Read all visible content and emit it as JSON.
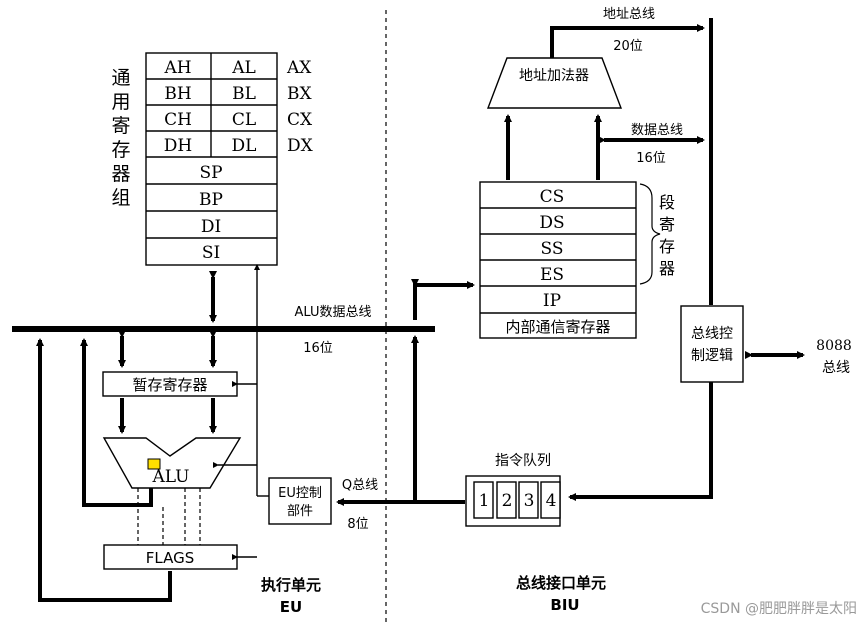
{
  "general_registers": {
    "side_label": [
      "通",
      "用",
      "寄",
      "存",
      "器",
      "组"
    ],
    "pairs": [
      {
        "high": "AH",
        "low": "AL",
        "name": "AX"
      },
      {
        "high": "BH",
        "low": "BL",
        "name": "BX"
      },
      {
        "high": "CH",
        "low": "CL",
        "name": "CX"
      },
      {
        "high": "DH",
        "low": "DL",
        "name": "DX"
      }
    ],
    "singles": [
      "SP",
      "BP",
      "DI",
      "SI"
    ]
  },
  "alu_bus": {
    "label": "ALU数据总线",
    "width": "16位"
  },
  "temp_register": "暂存寄存器",
  "alu": "ALU",
  "flags": "FLAGS",
  "eu_control": {
    "line1": "EU控制",
    "line2": "部件"
  },
  "q_bus": {
    "label": "Q总线",
    "width": "8位"
  },
  "eu_caption": {
    "line1": "执行单元",
    "line2": "EU"
  },
  "address_bus": {
    "label": "地址总线",
    "width": "20位"
  },
  "address_adder": "地址加法器",
  "data_bus": {
    "label": "数据总线",
    "width": "16位"
  },
  "segment_registers": {
    "items": [
      "CS",
      "DS",
      "SS",
      "ES"
    ],
    "side_label": [
      "段",
      "寄",
      "存",
      "器"
    ],
    "ip": "IP",
    "internal": "内部通信寄存器"
  },
  "bus_control": {
    "line1": "总线控",
    "line2": "制逻辑"
  },
  "external_bus": {
    "line1": "8088",
    "line2": "总线"
  },
  "queue": {
    "label": "指令队列",
    "cells": [
      "1",
      "2",
      "3",
      "4"
    ]
  },
  "biu_caption": {
    "line1": "总线接口单元",
    "line2": "BIU"
  },
  "watermark": "CSDN @肥肥胖胖是太阳"
}
